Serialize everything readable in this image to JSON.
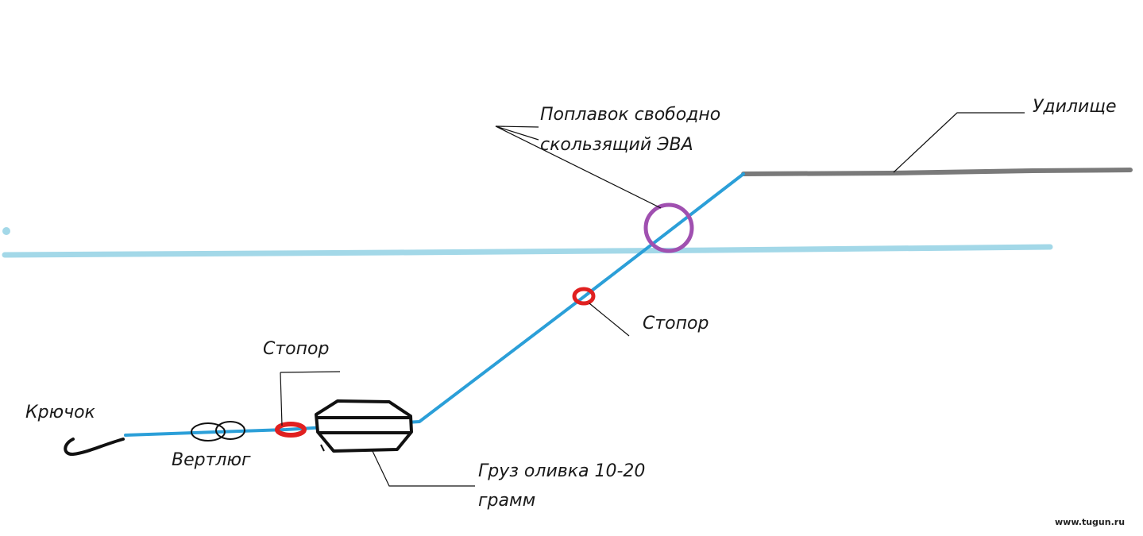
{
  "labels": {
    "float_line1": "Поплавок свободно",
    "float_line2": "скользящий ЭВА",
    "rod": "Удилище",
    "stopper_upper": "Стопор",
    "stopper_lower": "Стопор",
    "hook": "Крючок",
    "swivel": "Вертлюг",
    "sinker_line1": "Груз оливка 10-20",
    "sinker_line2": "грамм"
  },
  "watermark": "www.tugun.ru",
  "colors": {
    "fishing_line": "#2b9fd8",
    "water_surface": "#a3d8e8",
    "rod": "#7a7a7a",
    "float": "#a050b0",
    "stopper": "#e02020",
    "outline": "#111111",
    "leader": "#111111"
  }
}
